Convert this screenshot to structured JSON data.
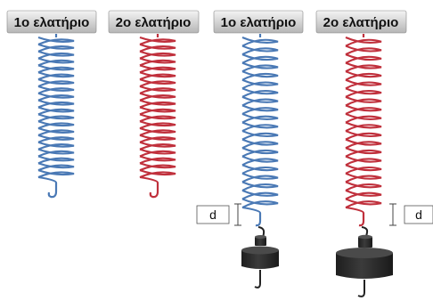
{
  "springs": [
    {
      "label": "1ο ελατήριο",
      "color": "#4a79b5",
      "loaded": false
    },
    {
      "label": "2ο ελατήριο",
      "color": "#c0303c",
      "loaded": false
    },
    {
      "label": "1ο ελατήριο",
      "color": "#4a79b5",
      "loaded": true
    },
    {
      "label": "2ο ελατήριο",
      "color": "#c0303c",
      "loaded": true
    }
  ],
  "extension_label": "d",
  "colors": {
    "label_bg_top": "#f2f2f2",
    "label_bg_bottom": "#b9b9b9",
    "weight": "#2b2b2b"
  }
}
